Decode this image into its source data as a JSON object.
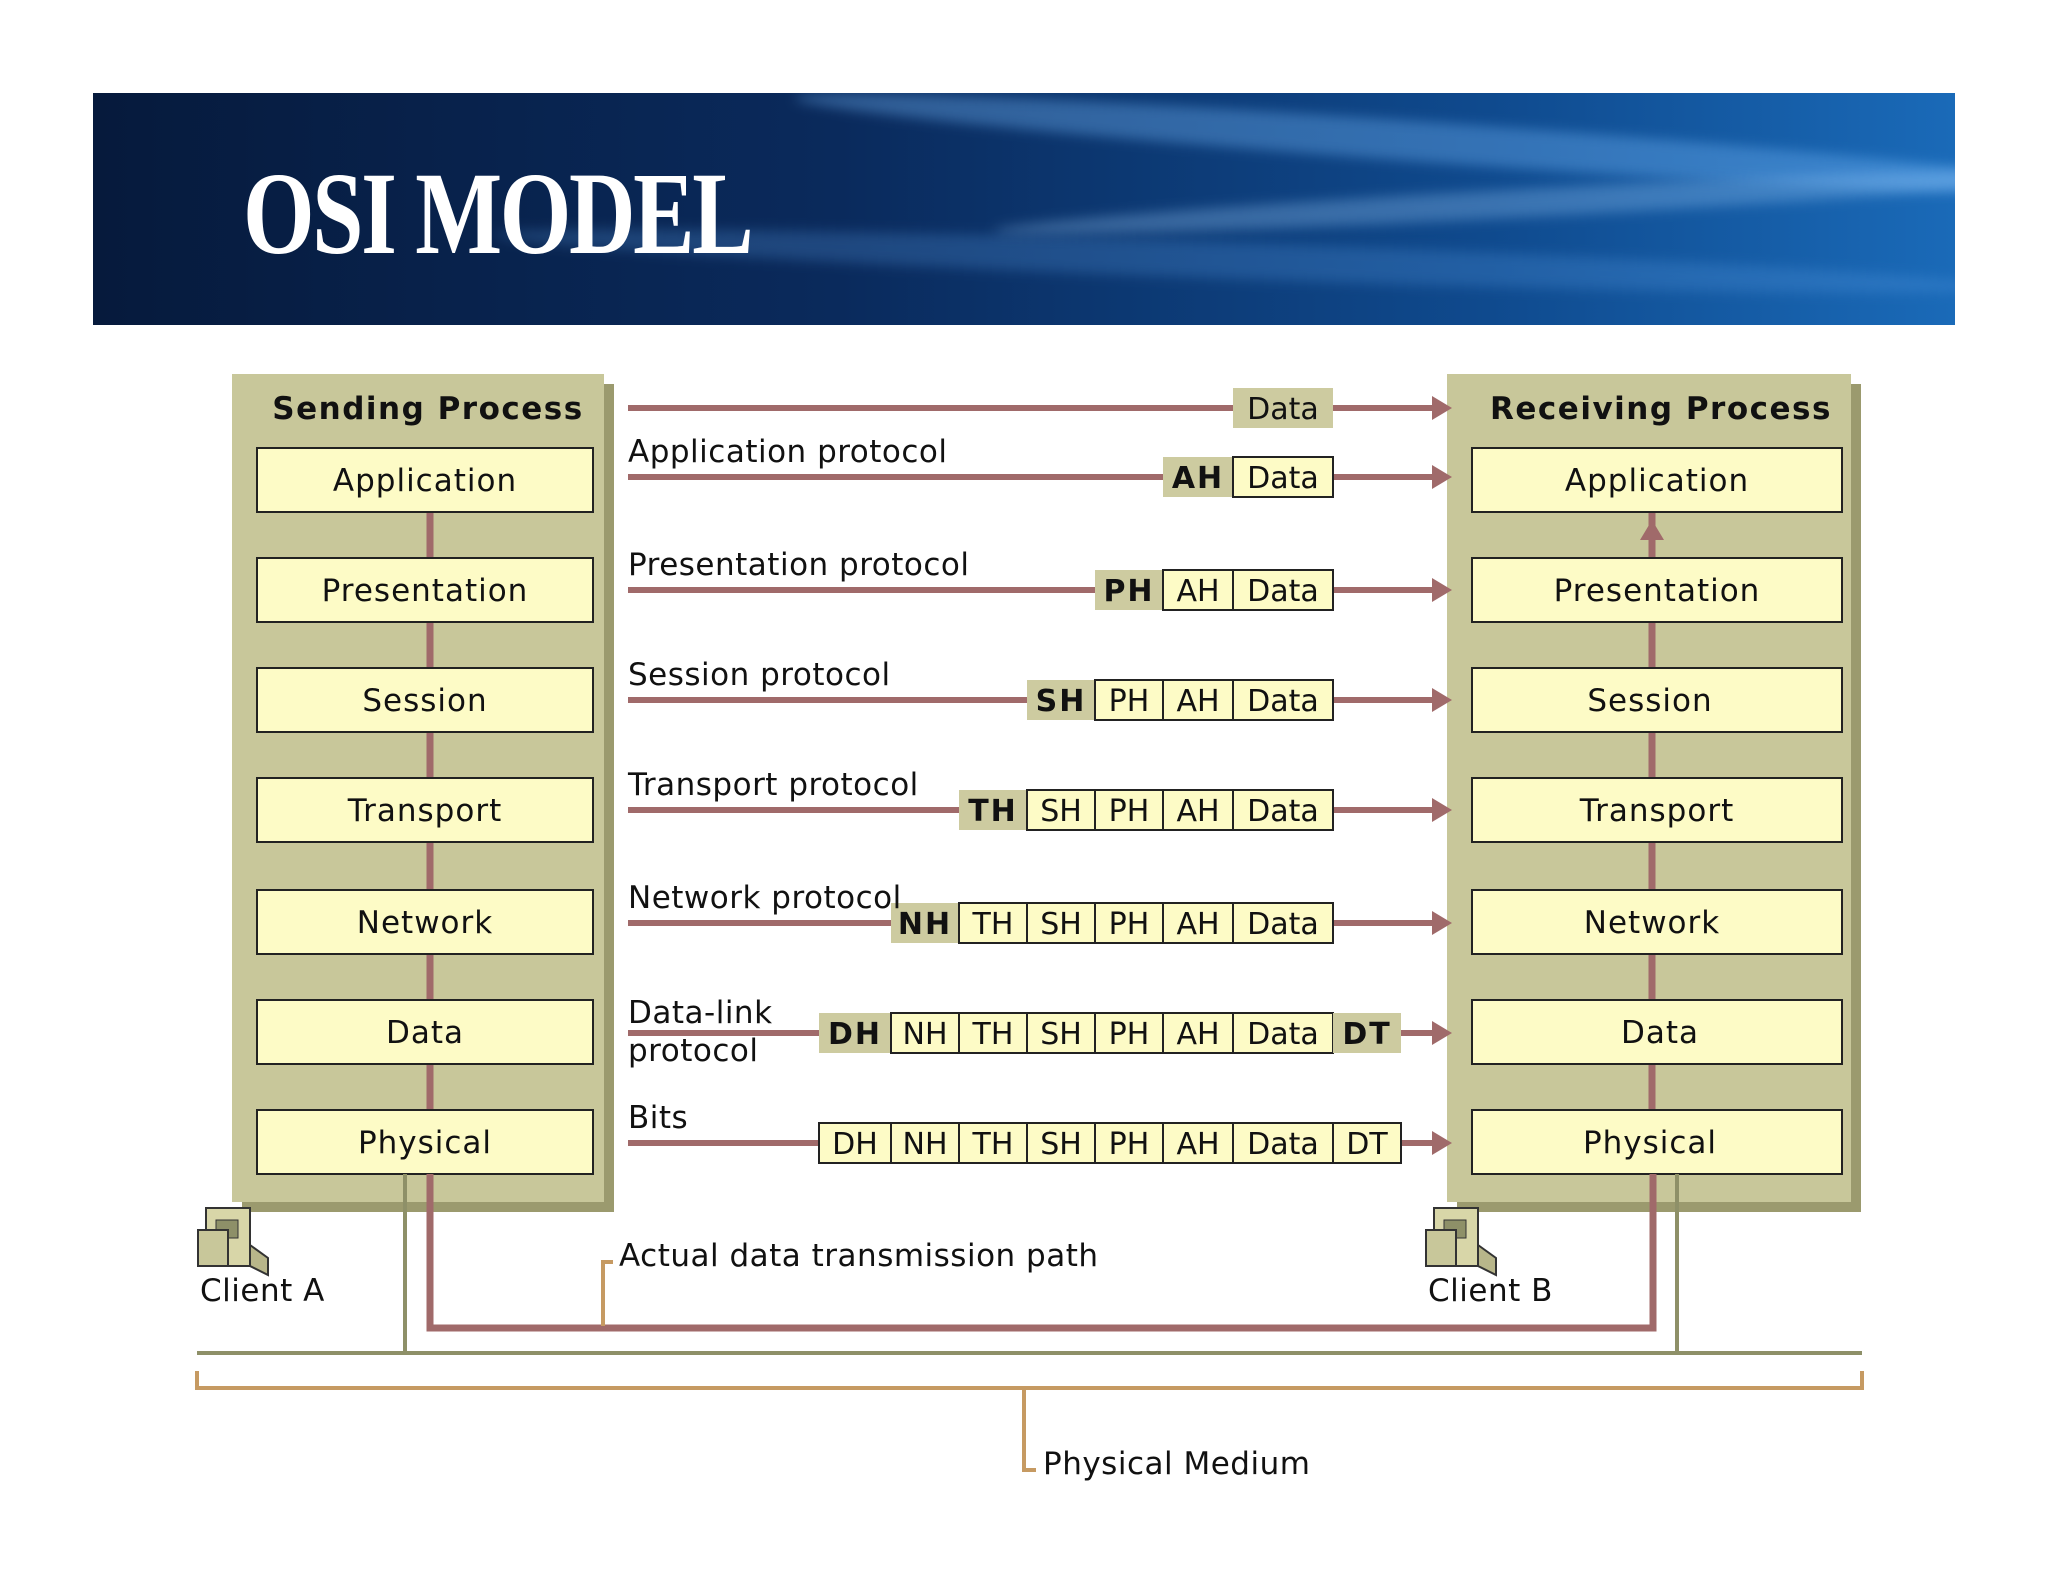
{
  "title": "OSI MODEL",
  "sending": {
    "title": "Sending Process",
    "layers": [
      "Application",
      "Presentation",
      "Session",
      "Transport",
      "Network",
      "Data",
      "Physical"
    ]
  },
  "receiving": {
    "title": "Receiving Process",
    "layers": [
      "Application",
      "Presentation",
      "Session",
      "Transport",
      "Network",
      "Data",
      "Physical"
    ]
  },
  "protocols": [
    {
      "label": "",
      "cells": [
        {
          "t": "Data",
          "h": true
        }
      ]
    },
    {
      "label": "Application protocol",
      "cells": [
        {
          "t": "AH",
          "h": true
        },
        {
          "t": "Data"
        }
      ]
    },
    {
      "label": "Presentation protocol",
      "cells": [
        {
          "t": "PH",
          "h": true
        },
        {
          "t": "AH"
        },
        {
          "t": "Data"
        }
      ]
    },
    {
      "label": "Session protocol",
      "cells": [
        {
          "t": "SH",
          "h": true
        },
        {
          "t": "PH"
        },
        {
          "t": "AH"
        },
        {
          "t": "Data"
        }
      ]
    },
    {
      "label": "Transport protocol",
      "cells": [
        {
          "t": "TH",
          "h": true
        },
        {
          "t": "SH"
        },
        {
          "t": "PH"
        },
        {
          "t": "AH"
        },
        {
          "t": "Data"
        }
      ]
    },
    {
      "label": "Network protocol",
      "cells": [
        {
          "t": "NH",
          "h": true
        },
        {
          "t": "TH"
        },
        {
          "t": "SH"
        },
        {
          "t": "PH"
        },
        {
          "t": "AH"
        },
        {
          "t": "Data"
        }
      ]
    },
    {
      "label": "Data-link\nprotocol",
      "cells": [
        {
          "t": "DH",
          "h": true
        },
        {
          "t": "NH"
        },
        {
          "t": "TH"
        },
        {
          "t": "SH"
        },
        {
          "t": "PH"
        },
        {
          "t": "AH"
        },
        {
          "t": "Data"
        },
        {
          "t": "DT",
          "h": true
        }
      ]
    },
    {
      "label": "Bits",
      "cells": [
        {
          "t": "DH"
        },
        {
          "t": "NH"
        },
        {
          "t": "TH"
        },
        {
          "t": "SH"
        },
        {
          "t": "PH"
        },
        {
          "t": "AH"
        },
        {
          "t": "Data"
        },
        {
          "t": "DT"
        }
      ]
    }
  ],
  "client_a": "Client A",
  "client_b": "Client B",
  "path_label": "Actual data transmission path",
  "medium_label": "Physical Medium",
  "colors": {
    "panel": "#c8c79a",
    "panel_shadow": "#9b9a6e",
    "layer_fill": "#fdfbc6",
    "header_fill": "#cdcba0",
    "line": "#a06a6a",
    "medium_line": "#8e9068",
    "bracket": "#c69a62"
  }
}
